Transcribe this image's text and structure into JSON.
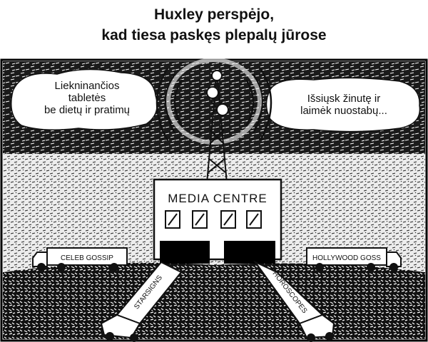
{
  "caption": {
    "line1": "Huxley perspėjo,",
    "line2": "kad tiesa paskęs plepalų jūrose"
  },
  "bubble_left": {
    "lines": [
      "Liekninančios",
      "tabletės",
      "be dietų ir pratimų"
    ]
  },
  "bubble_right": {
    "lines": [
      "Išsiųsk žinutę ir",
      "laimėk nuostabų..."
    ]
  },
  "building": {
    "sign": "MEDIA CENTRE"
  },
  "trucks": {
    "left": "CELEB GOSSIP",
    "right": "HOLLYWOOD GOSS",
    "front_left": "STARSIGNS",
    "front_right": "HOROSCOPES"
  }
}
